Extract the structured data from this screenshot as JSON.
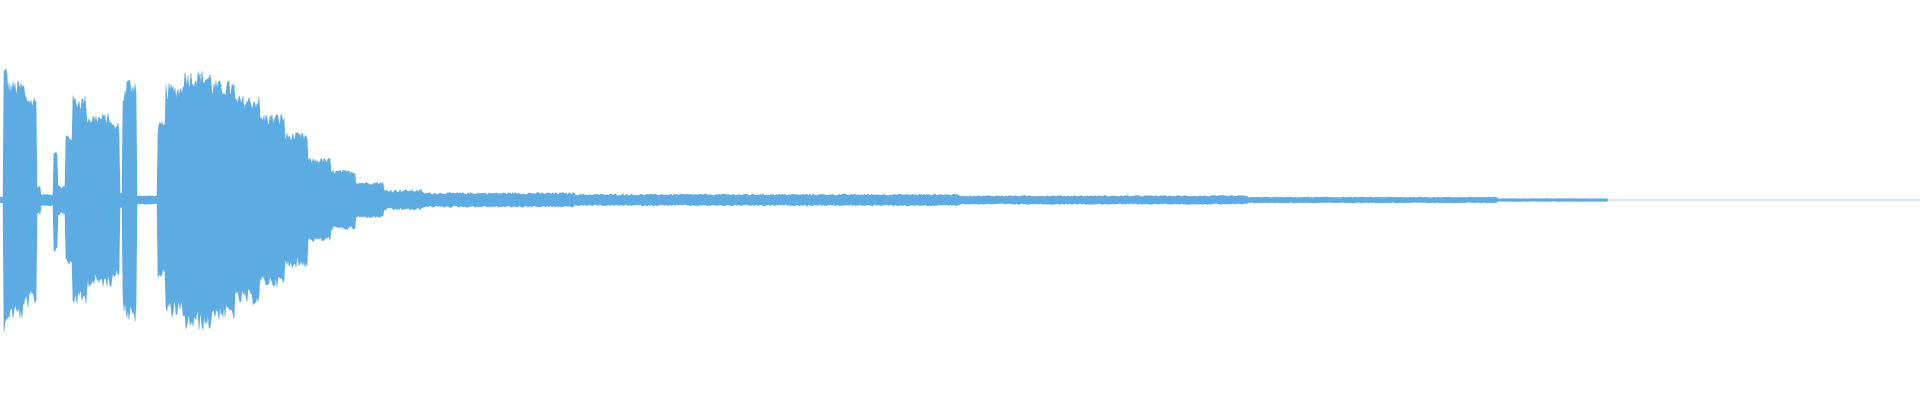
{
  "waveform": {
    "color": "#5dabe3",
    "background": "#ffffff",
    "amplitude_envelope": {
      "description_units": "fraction_of_full_scale",
      "segments": [
        {
          "start": 0.0,
          "end": 0.002,
          "amp": 0.02
        },
        {
          "start": 0.002,
          "end": 0.004,
          "amp": 0.9
        },
        {
          "start": 0.004,
          "end": 0.013,
          "amp": 0.8
        },
        {
          "start": 0.013,
          "end": 0.016,
          "amp": 0.72
        },
        {
          "start": 0.016,
          "end": 0.019,
          "amp": 0.7
        },
        {
          "start": 0.019,
          "end": 0.021,
          "amp": 0.1
        },
        {
          "start": 0.021,
          "end": 0.028,
          "amp": 0.04
        },
        {
          "start": 0.028,
          "end": 0.03,
          "amp": 0.35
        },
        {
          "start": 0.03,
          "end": 0.034,
          "amp": 0.1
        },
        {
          "start": 0.034,
          "end": 0.038,
          "amp": 0.45
        },
        {
          "start": 0.038,
          "end": 0.045,
          "amp": 0.7
        },
        {
          "start": 0.045,
          "end": 0.058,
          "amp": 0.58
        },
        {
          "start": 0.058,
          "end": 0.062,
          "amp": 0.52
        },
        {
          "start": 0.062,
          "end": 0.064,
          "amp": 0.05
        },
        {
          "start": 0.064,
          "end": 0.066,
          "amp": 0.75
        },
        {
          "start": 0.066,
          "end": 0.071,
          "amp": 0.82
        },
        {
          "start": 0.071,
          "end": 0.082,
          "amp": 0.03
        },
        {
          "start": 0.082,
          "end": 0.086,
          "amp": 0.52
        },
        {
          "start": 0.086,
          "end": 0.095,
          "amp": 0.78
        },
        {
          "start": 0.095,
          "end": 0.11,
          "amp": 0.87
        },
        {
          "start": 0.11,
          "end": 0.122,
          "amp": 0.8
        },
        {
          "start": 0.122,
          "end": 0.135,
          "amp": 0.7
        },
        {
          "start": 0.135,
          "end": 0.148,
          "amp": 0.58
        },
        {
          "start": 0.148,
          "end": 0.16,
          "amp": 0.45
        },
        {
          "start": 0.16,
          "end": 0.172,
          "amp": 0.28
        },
        {
          "start": 0.172,
          "end": 0.185,
          "amp": 0.2
        },
        {
          "start": 0.185,
          "end": 0.2,
          "amp": 0.12
        },
        {
          "start": 0.2,
          "end": 0.22,
          "amp": 0.07
        },
        {
          "start": 0.22,
          "end": 0.3,
          "amp": 0.05
        },
        {
          "start": 0.3,
          "end": 0.5,
          "amp": 0.04
        },
        {
          "start": 0.5,
          "end": 0.65,
          "amp": 0.03
        },
        {
          "start": 0.65,
          "end": 0.78,
          "amp": 0.02
        },
        {
          "start": 0.78,
          "end": 0.837,
          "amp": 0.01
        },
        {
          "start": 0.837,
          "end": 1.0,
          "amp": 0.0
        }
      ]
    }
  }
}
